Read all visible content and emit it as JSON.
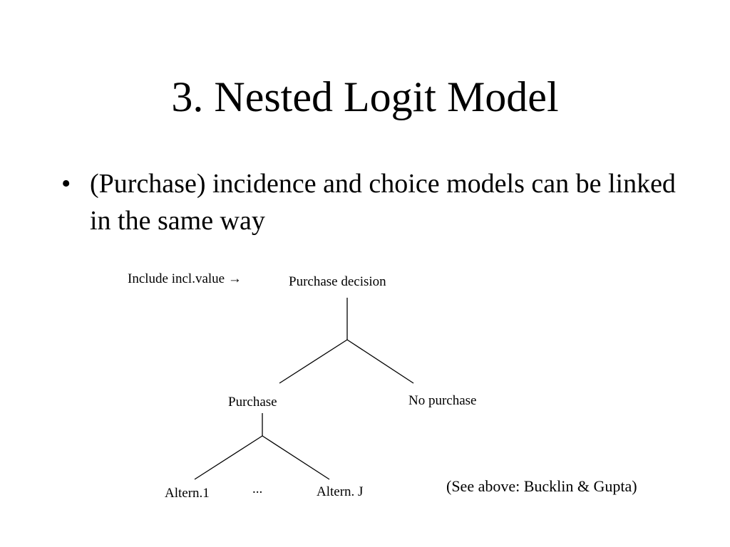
{
  "slide": {
    "title": "3. Nested Logit Model",
    "bullet_mark": "•",
    "bullets": [
      "(Purchase) incidence and choice models can be linked in the same way"
    ]
  },
  "diagram": {
    "annotation": "Include incl.value →",
    "root": "Purchase decision",
    "branch_left": "Purchase",
    "branch_right": "No purchase",
    "leaf_left": "Altern.1",
    "leaf_mid": "...",
    "leaf_right": "Altern. J"
  },
  "citation": "(See above: Bucklin & Gupta)"
}
